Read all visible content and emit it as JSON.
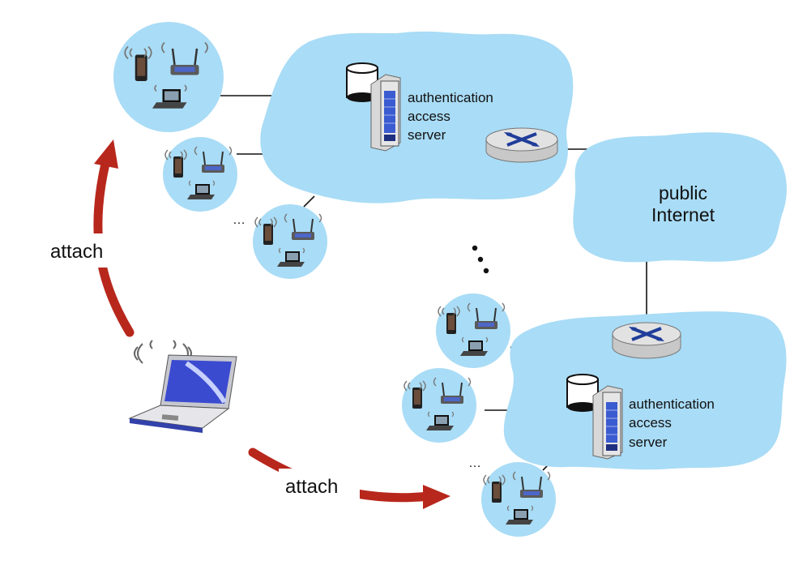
{
  "labels": {
    "server_top": [
      "authentication",
      "access",
      "server"
    ],
    "server_bottom": [
      "authentication",
      "access",
      "server"
    ],
    "internet": [
      "public",
      "Internet"
    ],
    "attach_left": "attach",
    "attach_bottom": "attach",
    "ellipsis_small": "…",
    "ellipsis_vertical": "⋮"
  },
  "colors": {
    "cloud": "#a9dcf6",
    "cell": "#a9dcf6",
    "arrow": "#b8271c",
    "router_cross": "#1f3d99",
    "laptop_screen": "#3b4bd0"
  },
  "icons": [
    "database-icon",
    "server-rack-icon",
    "router-icon",
    "laptop-icon",
    "phone-icon",
    "wifi-router-icon",
    "wireless-signal-icon"
  ]
}
